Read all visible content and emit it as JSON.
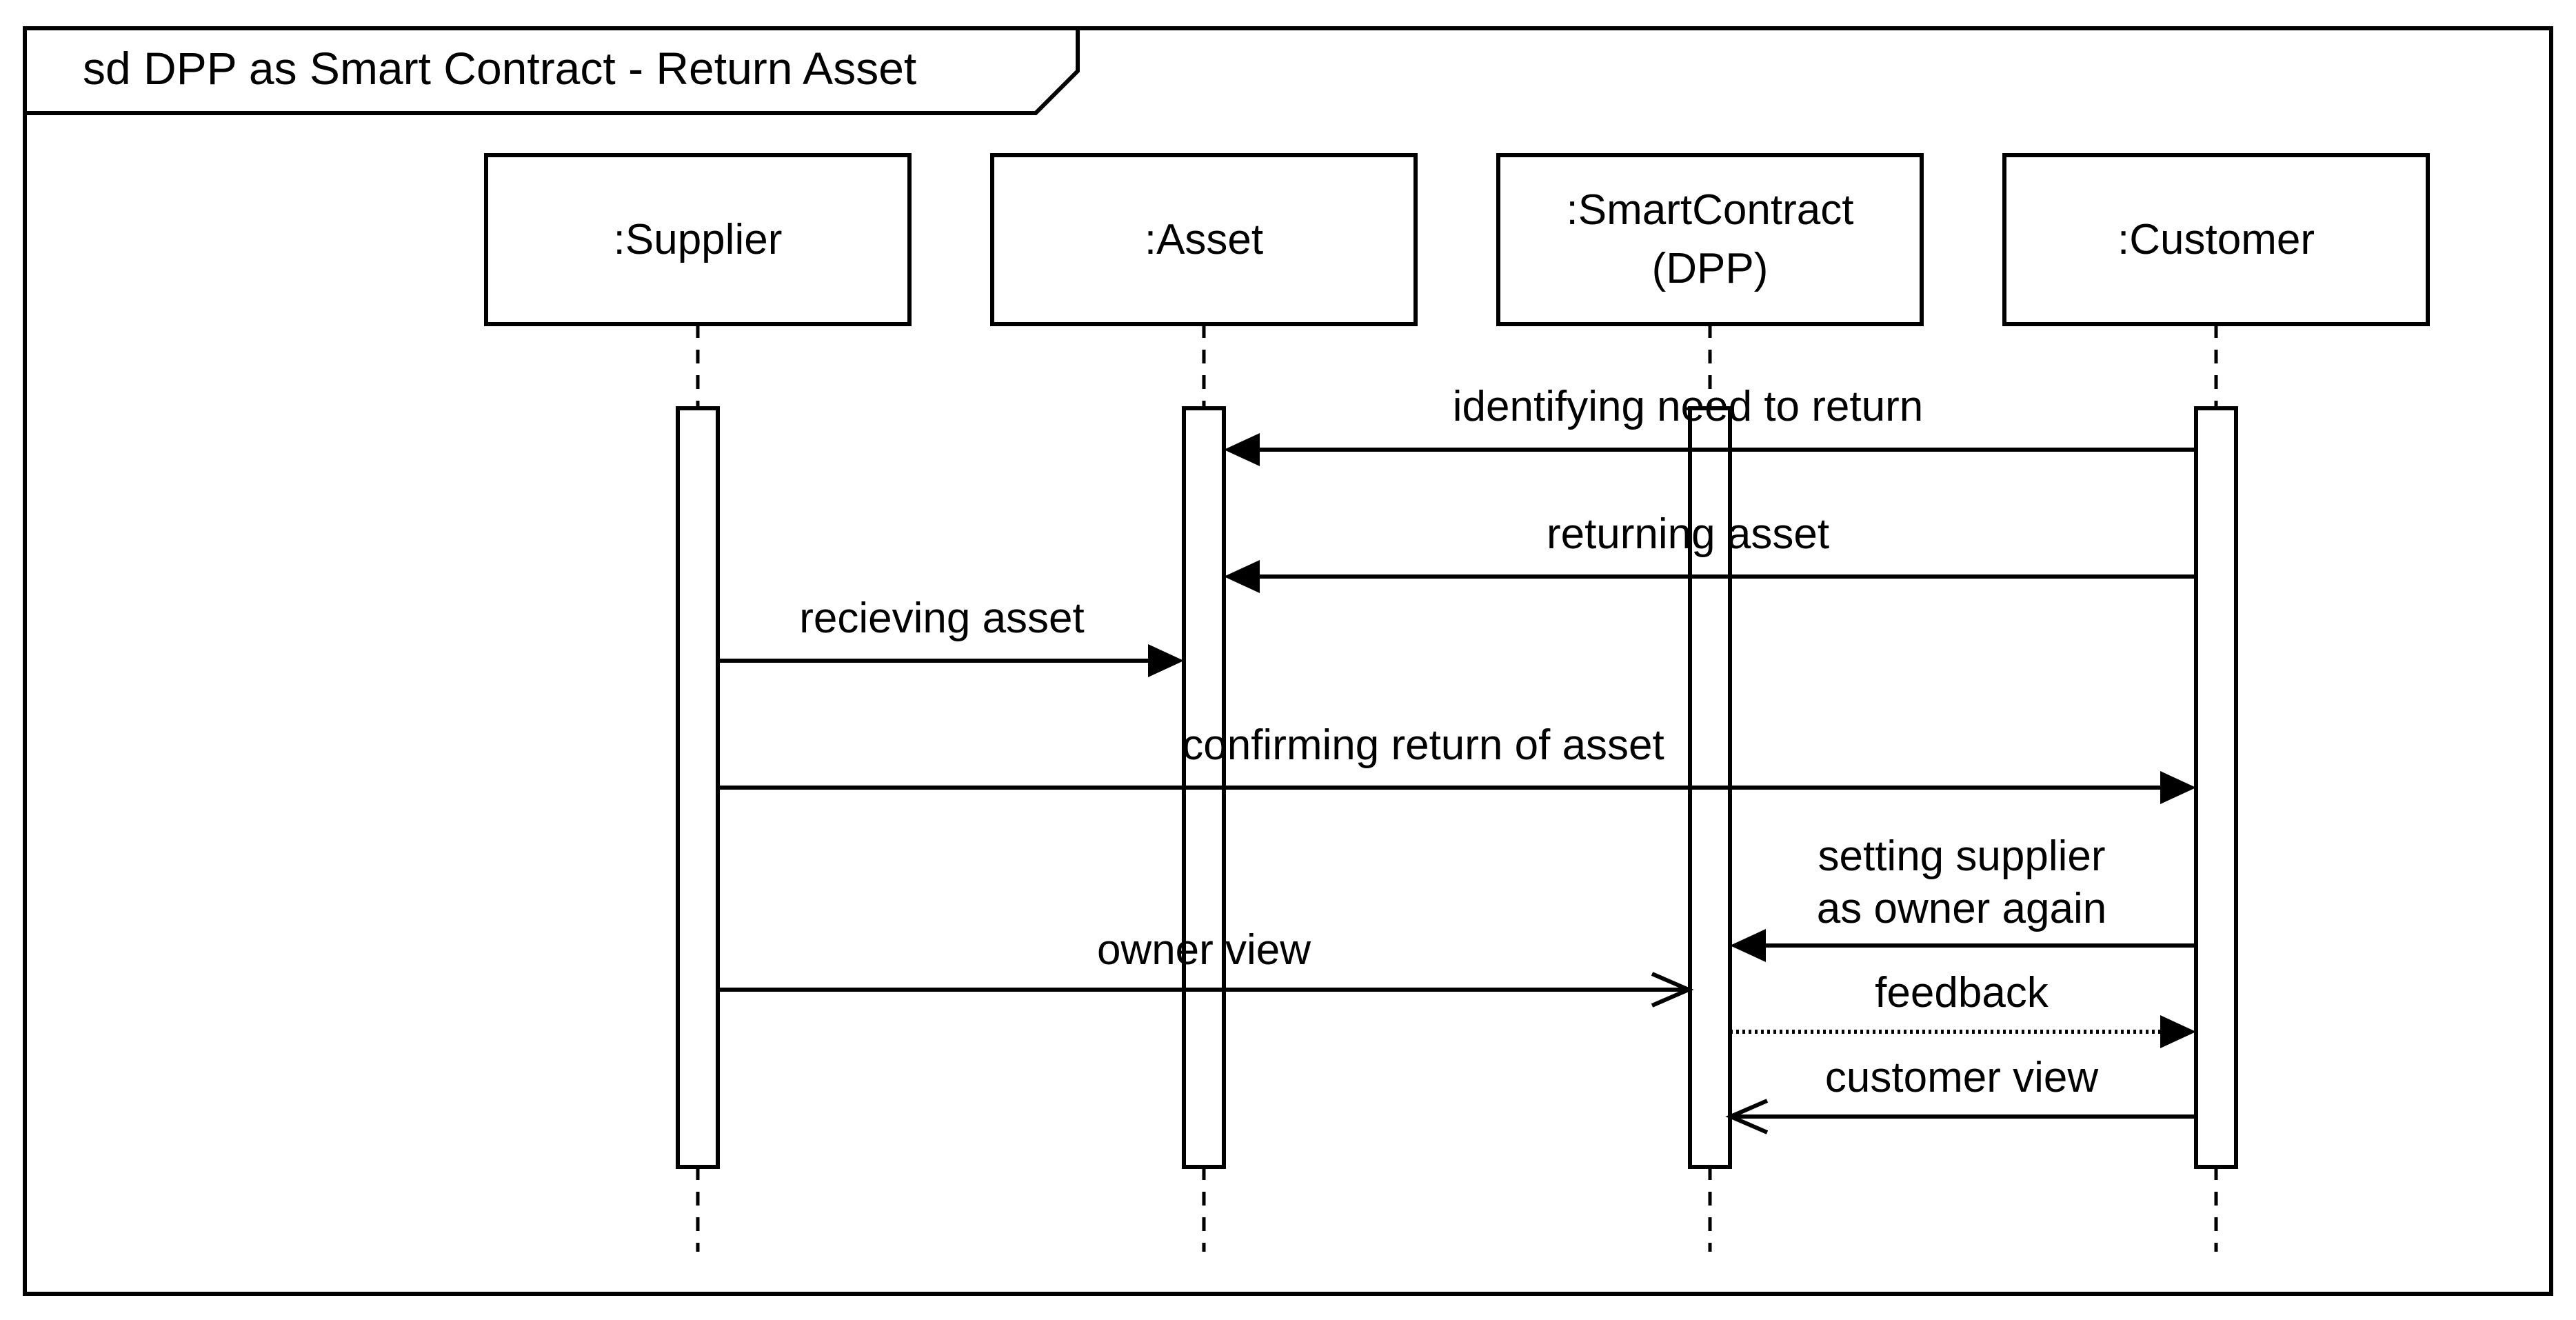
{
  "frame": {
    "title": "sd DPP as Smart Contract - Return Asset"
  },
  "participants": [
    {
      "key": "supplier",
      "lines": [
        ":Supplier"
      ]
    },
    {
      "key": "asset",
      "lines": [
        ":Asset"
      ]
    },
    {
      "key": "smartcontract",
      "lines": [
        ":SmartContract",
        "(DPP)"
      ]
    },
    {
      "key": "customer",
      "lines": [
        ":Customer"
      ]
    }
  ],
  "messages": [
    {
      "key": "identifying-need",
      "from": "customer",
      "to": "asset",
      "type": "sync",
      "lines": [
        "identifying need to return"
      ]
    },
    {
      "key": "returning-asset",
      "from": "customer",
      "to": "asset",
      "type": "sync",
      "lines": [
        "returning asset"
      ]
    },
    {
      "key": "recieving-asset",
      "from": "supplier",
      "to": "asset",
      "type": "sync",
      "lines": [
        "recieving asset"
      ]
    },
    {
      "key": "confirming-return",
      "from": "supplier",
      "to": "customer",
      "type": "sync",
      "lines": [
        "confirming return of asset"
      ]
    },
    {
      "key": "setting-supplier-owner",
      "from": "customer",
      "to": "smartcontract",
      "type": "sync",
      "lines": [
        "setting supplier",
        "as owner again"
      ]
    },
    {
      "key": "owner-view",
      "from": "supplier",
      "to": "smartcontract",
      "type": "async",
      "lines": [
        "owner view"
      ]
    },
    {
      "key": "feedback",
      "from": "smartcontract",
      "to": "customer",
      "type": "reply",
      "lines": [
        "feedback"
      ]
    },
    {
      "key": "customer-view",
      "from": "customer",
      "to": "smartcontract",
      "type": "async",
      "lines": [
        "customer view"
      ]
    }
  ]
}
